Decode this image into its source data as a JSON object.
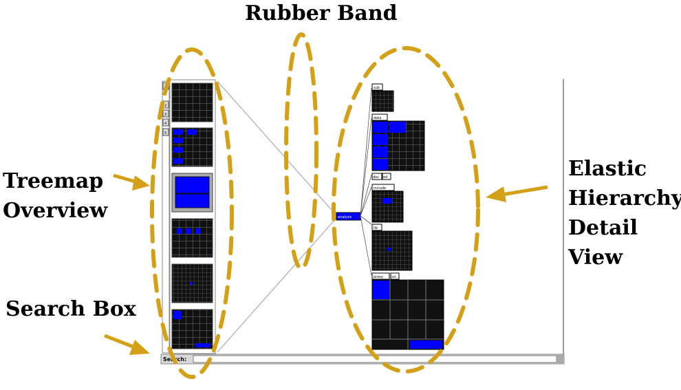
{
  "title": "Rubber Band",
  "callouts": {
    "treemap_overview": [
      "Treemap",
      "Overview"
    ],
    "search_box": "Search Box",
    "elastic_view": [
      "Elastic",
      "Hierarchy",
      "Detail",
      "View"
    ]
  },
  "app": {
    "search_label": "Search:",
    "search_value": "",
    "sidebar_tabs": [
      "1",
      "2",
      "3",
      "4",
      "5"
    ],
    "focus_node_label": "analysis",
    "node_labels": [
      "sub",
      "data",
      "doc",
      "ed",
      "include",
      "lib",
      "proxy",
      "src"
    ]
  },
  "colors": {
    "annotation": "#D4A017",
    "treemap_fill": "#111111",
    "highlight": "#0000ff",
    "grid_line": "#666666"
  }
}
